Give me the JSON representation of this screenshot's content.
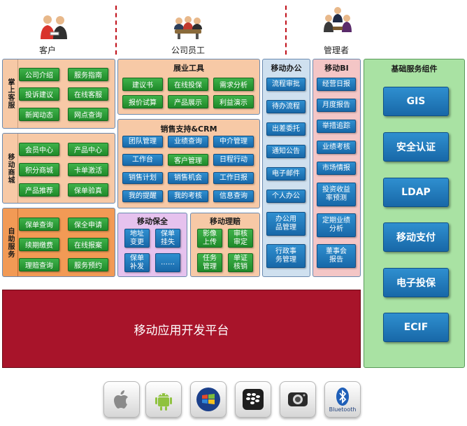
{
  "roles": {
    "customer": "客户",
    "staff": "公司员工",
    "manager": "管理者"
  },
  "customer": {
    "online_service": {
      "label": "掌上客服",
      "items": [
        "公司介绍",
        "服务指南",
        "投诉建议",
        "在线客服",
        "新闻动态",
        "网点查询"
      ]
    },
    "mobile_mall": {
      "label": "移动商城",
      "items": [
        "会员中心",
        "产品中心",
        "积分商城",
        "卡单激活",
        "产品推荐",
        "保单验真"
      ]
    },
    "self_service": {
      "label": "自助服务",
      "items": [
        "保单查询",
        "保全申请",
        "续期缴费",
        "在线报案",
        "理赔查询",
        "服务预约"
      ]
    }
  },
  "staff": {
    "business_tools": {
      "title": "展业工具",
      "items": [
        "建议书",
        "在线投保",
        "需求分析",
        "报价试算",
        "产品展示",
        "利益演示"
      ]
    },
    "sales_crm": {
      "title": "销售支持&CRM",
      "items": [
        "团队管理",
        "业绩查询",
        "中介管理",
        "工作台",
        "客户管理",
        "日程行动",
        "销售计划",
        "销售机会",
        "工作日报",
        "我的提醒",
        "我的考核",
        "信息查询"
      ]
    },
    "mobile_preservation": {
      "title": "移动保全",
      "items": [
        "地址变更",
        "保单挂失",
        "保单补发",
        "……"
      ]
    },
    "mobile_claims": {
      "title": "移动理赔",
      "items": [
        "影像上传",
        "审核审定",
        "任务管理",
        "单证核销"
      ]
    }
  },
  "mobile_office": {
    "title": "移动办公",
    "items": [
      "流程审批",
      "待办流程",
      "出差委托",
      "通知公告",
      "电子邮件",
      "个人办公",
      "办公用品管理",
      "行政事务管理"
    ]
  },
  "mobile_bi": {
    "title": "移动BI",
    "items": [
      "经营日报",
      "月度报告",
      "举措追踪",
      "业绩考核",
      "市场情报",
      "投资收益率预测",
      "定期业绩分析",
      "董事会报告"
    ]
  },
  "foundation": {
    "title": "基础服务组件",
    "items": [
      "GIS",
      "安全认证",
      "LDAP",
      "移动支付",
      "电子投保",
      "ECIF"
    ]
  },
  "platform": {
    "label": "移动应用开发平台"
  },
  "os_icons": [
    {
      "name": "apple-icon"
    },
    {
      "name": "android-icon"
    },
    {
      "name": "windows-phone-icon"
    },
    {
      "name": "blackberry-icon"
    },
    {
      "name": "symbian-icon"
    },
    {
      "name": "bluetooth-icon",
      "label": "Bluetooth"
    }
  ],
  "colors": {
    "accent_red": "#a8142a",
    "button_green": "#2a9a35",
    "button_blue": "#1f78bd",
    "panel_orange": "#f7c9a6",
    "panel_purple": "#e6c2ee",
    "panel_lightblue": "#cfe0ef",
    "panel_pink": "#f4c6c6",
    "panel_green": "#a9e2a3"
  }
}
